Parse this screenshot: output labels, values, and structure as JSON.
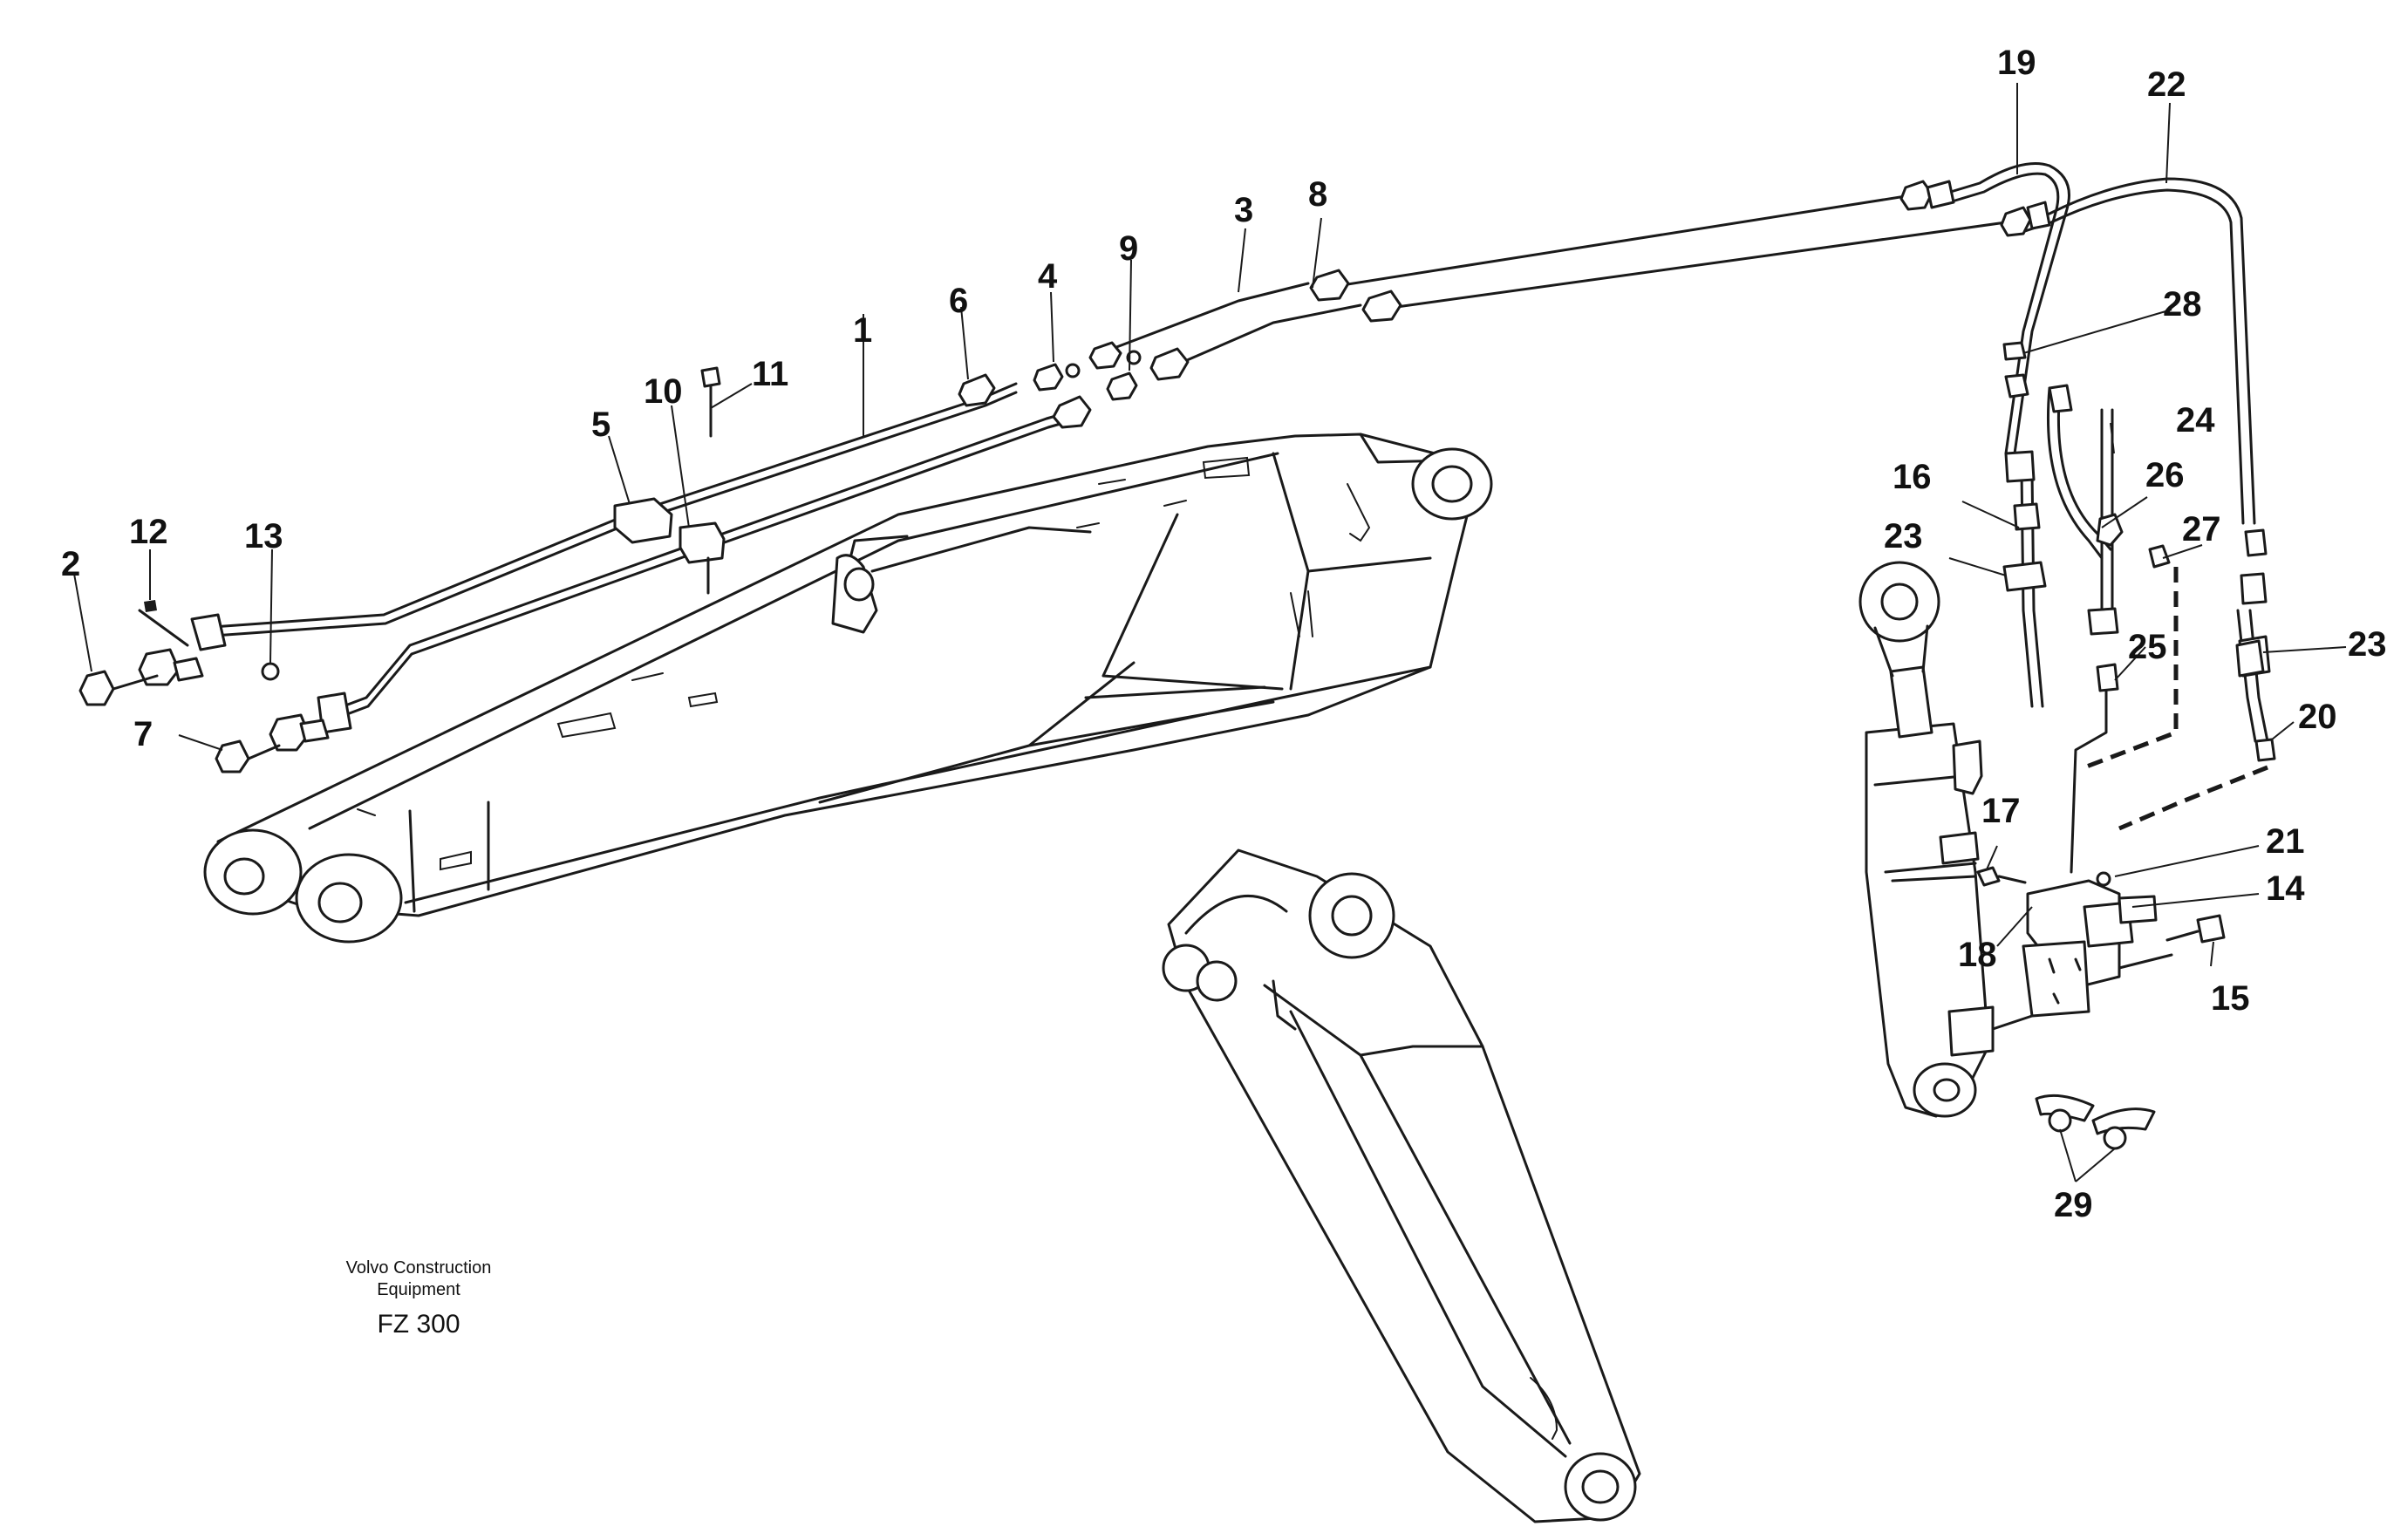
{
  "caption": {
    "line1": "Volvo Construction",
    "line2": "Equipment",
    "code": "FZ 300"
  },
  "labels": {
    "p1": "1",
    "p2": "2",
    "p3": "3",
    "p4": "4",
    "p5": "5",
    "p6": "6",
    "p7": "7",
    "p8": "8",
    "p9": "9",
    "p10": "10",
    "p11": "11",
    "p12": "12",
    "p13": "13",
    "p14": "14",
    "p15": "15",
    "p16": "16",
    "p17": "17",
    "p18": "18",
    "p19": "19",
    "p20": "20",
    "p21": "21",
    "p22": "22",
    "p23a": "23",
    "p23b": "23",
    "p24": "24",
    "p25": "25",
    "p26": "26",
    "p27": "27",
    "p28": "28",
    "p29": "29"
  }
}
